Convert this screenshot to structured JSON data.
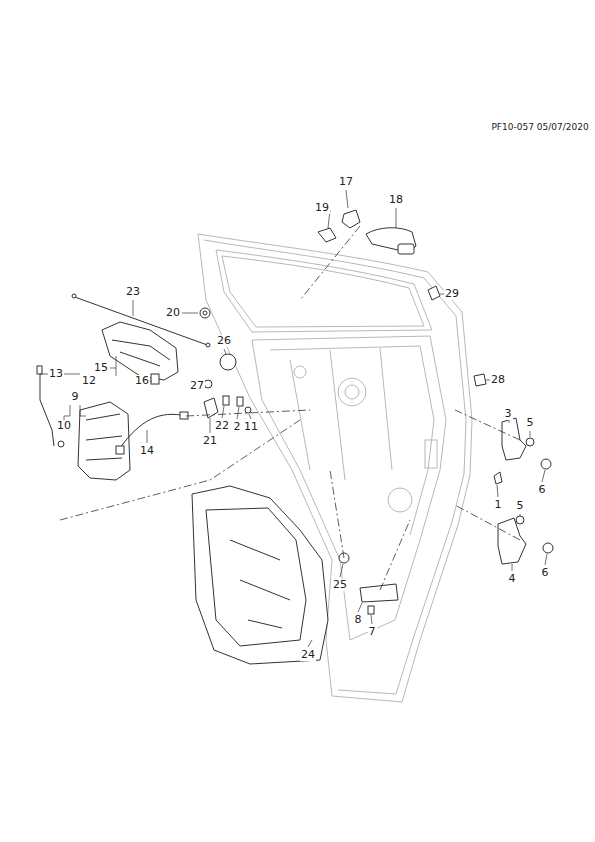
{
  "diagram": {
    "labels": [
      "PF10-057 05/07/2020",
      "17",
      "18",
      "19",
      "29",
      "23",
      "20",
      "26",
      "15",
      "16",
      "13",
      "12",
      "27",
      "9",
      "10",
      "22",
      "2",
      "11",
      "21",
      "14",
      "28",
      "3",
      "5",
      "6",
      "1",
      "5",
      "4",
      "6",
      "25",
      "8",
      "7",
      "24"
    ]
  }
}
